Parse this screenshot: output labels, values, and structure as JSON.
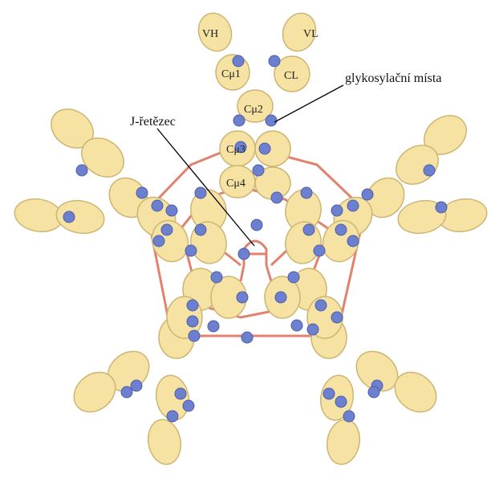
{
  "labels": {
    "j_chain": "J-řetězec",
    "glycosylation": "glykosylační místa"
  },
  "domains": {
    "vh": "VH",
    "vl": "VL",
    "cmu1": "Cμ1",
    "cl": "CL",
    "cmu2": "Cμ2",
    "cmu3": "Cμ3",
    "cmu4": "Cμ4"
  },
  "colors": {
    "domain_fill": "#f6e3a4",
    "domain_stroke": "#cdb572",
    "glycan": "#6d7fcf",
    "disulfide": "#e0826e",
    "leader_line": "#000000"
  }
}
